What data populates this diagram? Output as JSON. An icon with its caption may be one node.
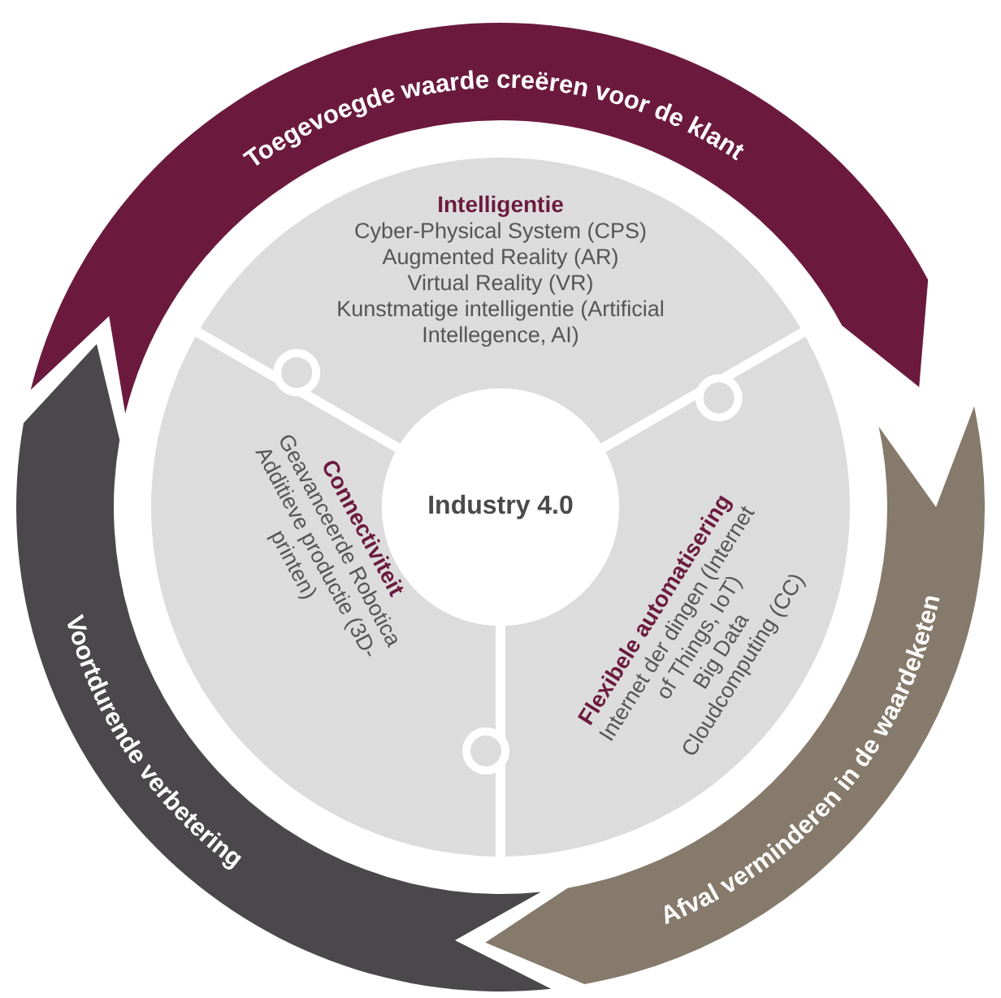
{
  "diagram": {
    "nodes": [
      {
        "text": [
          "Toegevoegde waarde creëren voor de klant"
        ]
      },
      {
        "text": [
          "Intelligentie",
          "Cyber-Physical System (CPS)",
          "Augmented Reality (AR)",
          "Virtual Reality (VR)",
          "Kunstmatige intelligentie (Artificial Intellegence, AI)"
        ]
      },
      {
        "text": [
          "Connectiviteit",
          "Geavanceerde Robotica",
          "Additieve productie (3D-printen)"
        ]
      },
      {
        "text": [
          "Industry 4.0"
        ]
      },
      {
        "text": [
          "Flexibele automatisering",
          "Internet der dingen (Internet of Things, IoT)",
          "Big Data",
          "Cloudcomputing (CC)"
        ]
      },
      {
        "text": [
          "Voortdurende verbetering"
        ]
      },
      {
        "text": [
          "Afval verminderen in de waardeketen"
        ]
      }
    ]
  }
}
